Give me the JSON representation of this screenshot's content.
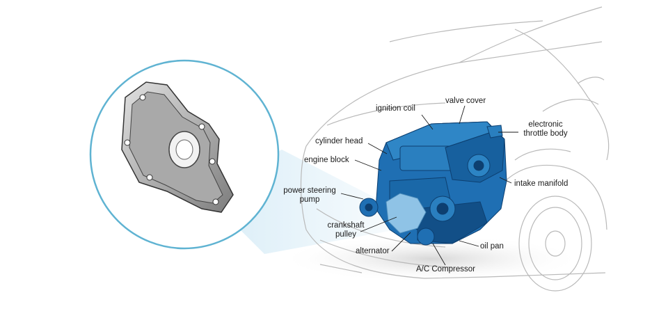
{
  "labels": {
    "ignition_coil": "ignition coil",
    "valve_cover": "valve cover",
    "electronic_throttle_body_1": "electronic",
    "electronic_throttle_body_2": "throttle body",
    "cylinder_head": "cylinder head",
    "engine_block": "engine block",
    "intake_manifold": "intake manifold",
    "power_steering_pump_1": "power steering",
    "power_steering_pump_2": "pump",
    "crankshaft_pulley_1": "crankshaft",
    "crankshaft_pulley_2": "pulley",
    "alternator": "alternator",
    "oil_pan": "oil pan",
    "ac_compressor": "A/C Compressor"
  },
  "colors": {
    "engine_blue": "#1f6fb3",
    "engine_dark": "#0d3f70",
    "magnifier_ring": "#5fb3d2",
    "highlight_part": "#8fc3e6",
    "car_outline": "#b9b9b9"
  }
}
